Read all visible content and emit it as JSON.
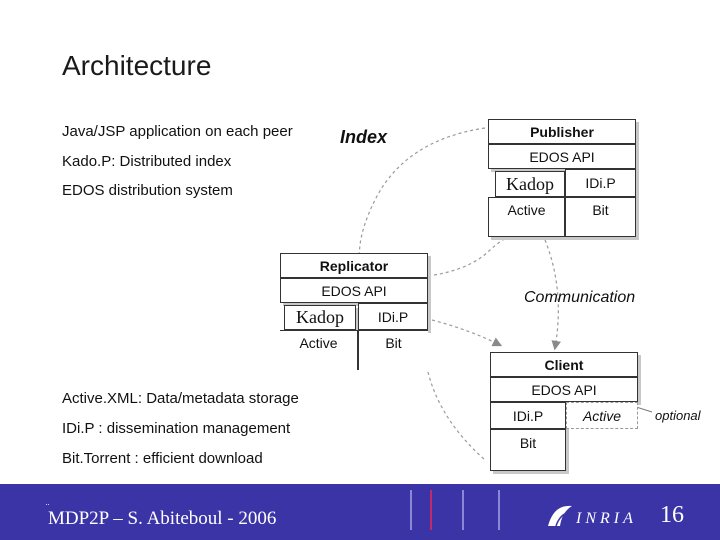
{
  "slide": {
    "title": "Architecture",
    "bullets_top": [
      "Java/JSP application on each peer",
      "Kado.P: Distributed index",
      "EDOS distribution system"
    ],
    "bullets_bottom": [
      "Active.XML: Data/metadata storage",
      "IDi.P : dissemination management",
      "Bit.Torrent : efficient download"
    ]
  },
  "diagram": {
    "index_label": "Index",
    "communication_label": "Communication",
    "optional_label": "optional",
    "publisher": {
      "title": "Publisher",
      "api": "EDOS API",
      "kadop": "Kadop",
      "idip": "IDi.P",
      "active": "Active",
      "bit": "Bit"
    },
    "replicator": {
      "title": "Replicator",
      "api": "EDOS API",
      "kadop": "Kadop",
      "idip": "IDi.P",
      "active": "Active",
      "bit": "Bit"
    },
    "client": {
      "title": "Client",
      "api": "EDOS API",
      "idip": "IDi.P",
      "active": "Active",
      "bit": "Bit"
    }
  },
  "footer": {
    "text": "MDP2P – S. Abiteboul - 2006",
    "page_number": "16",
    "logo_text": "INRIA"
  },
  "colors": {
    "footer_bg": "#3b34a6",
    "footer_accent": "#8c86d6",
    "arrow": "#9a9a9a"
  }
}
